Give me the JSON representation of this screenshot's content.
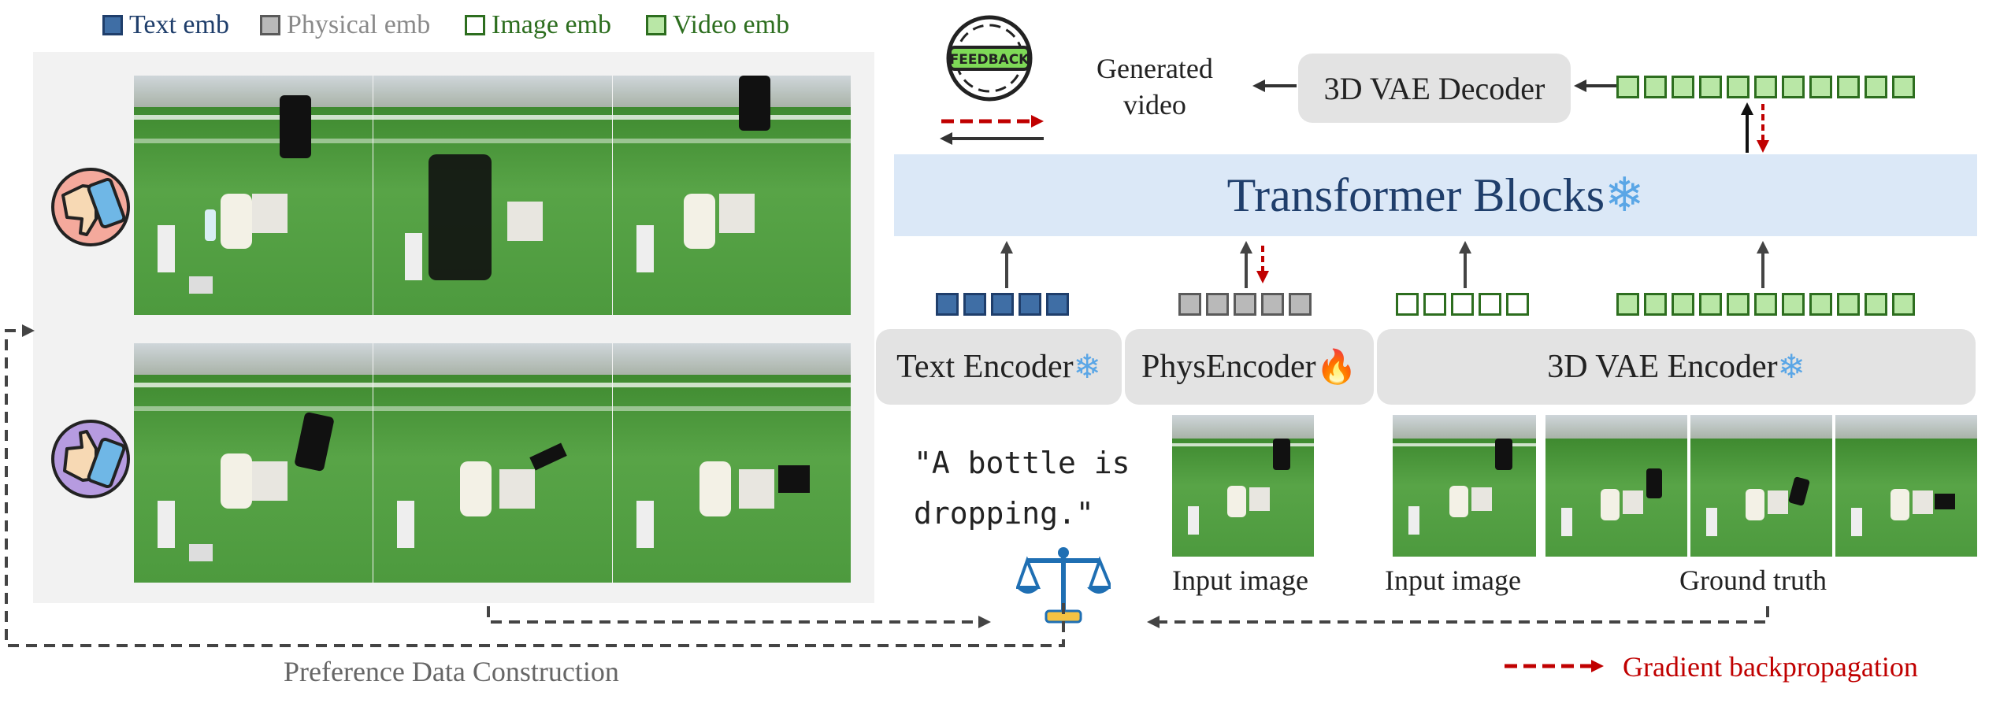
{
  "legend": [
    {
      "label": "Text emb",
      "border": "#1f3e6b",
      "fill": "#3f6ea5",
      "text_color": "#1f3e6b"
    },
    {
      "label": "Physical emb",
      "border": "#5a5a5a",
      "fill": "#b9b9b9",
      "text_color": "#8a8a8a"
    },
    {
      "label": "Image emb",
      "border": "#2d6e1f",
      "fill": "#ffffff",
      "text_color": "#2d6e1f"
    },
    {
      "label": "Video emb",
      "border": "#2d6e1f",
      "fill": "#b9e7a6",
      "text_color": "#2d6e1f"
    }
  ],
  "preference_caption": "Preference Data Construction",
  "feedback_badge": "FEEDBACK",
  "generated_video": {
    "line1": "Generated",
    "line2": "video"
  },
  "decoder_label": "3D VAE Decoder",
  "transformer_label": "Transformer Blocks",
  "encoders": {
    "text": "Text Encoder",
    "phys": "PhysEncoder",
    "vae": "3D VAE Encoder"
  },
  "prompt": {
    "line1": "\"A bottle is",
    "line2": "dropping.\""
  },
  "captions": {
    "phys_input": "Input image",
    "vae_input": "Input image",
    "ground_truth": "Ground truth"
  },
  "gradient_legend": "Gradient backpropagation",
  "icons": {
    "thumbs_down": "thumbs-down-icon",
    "thumbs_up": "thumbs-up-icon",
    "feedback": "feedback-badge-icon",
    "scale": "balance-scale-icon",
    "snowflake": "❄",
    "fire": "🔥"
  },
  "colors": {
    "gradient": "#c00000",
    "arrow": "#333333",
    "transformer_bg": "#dbe8f7",
    "encoder_bg": "#e3e3e3"
  }
}
